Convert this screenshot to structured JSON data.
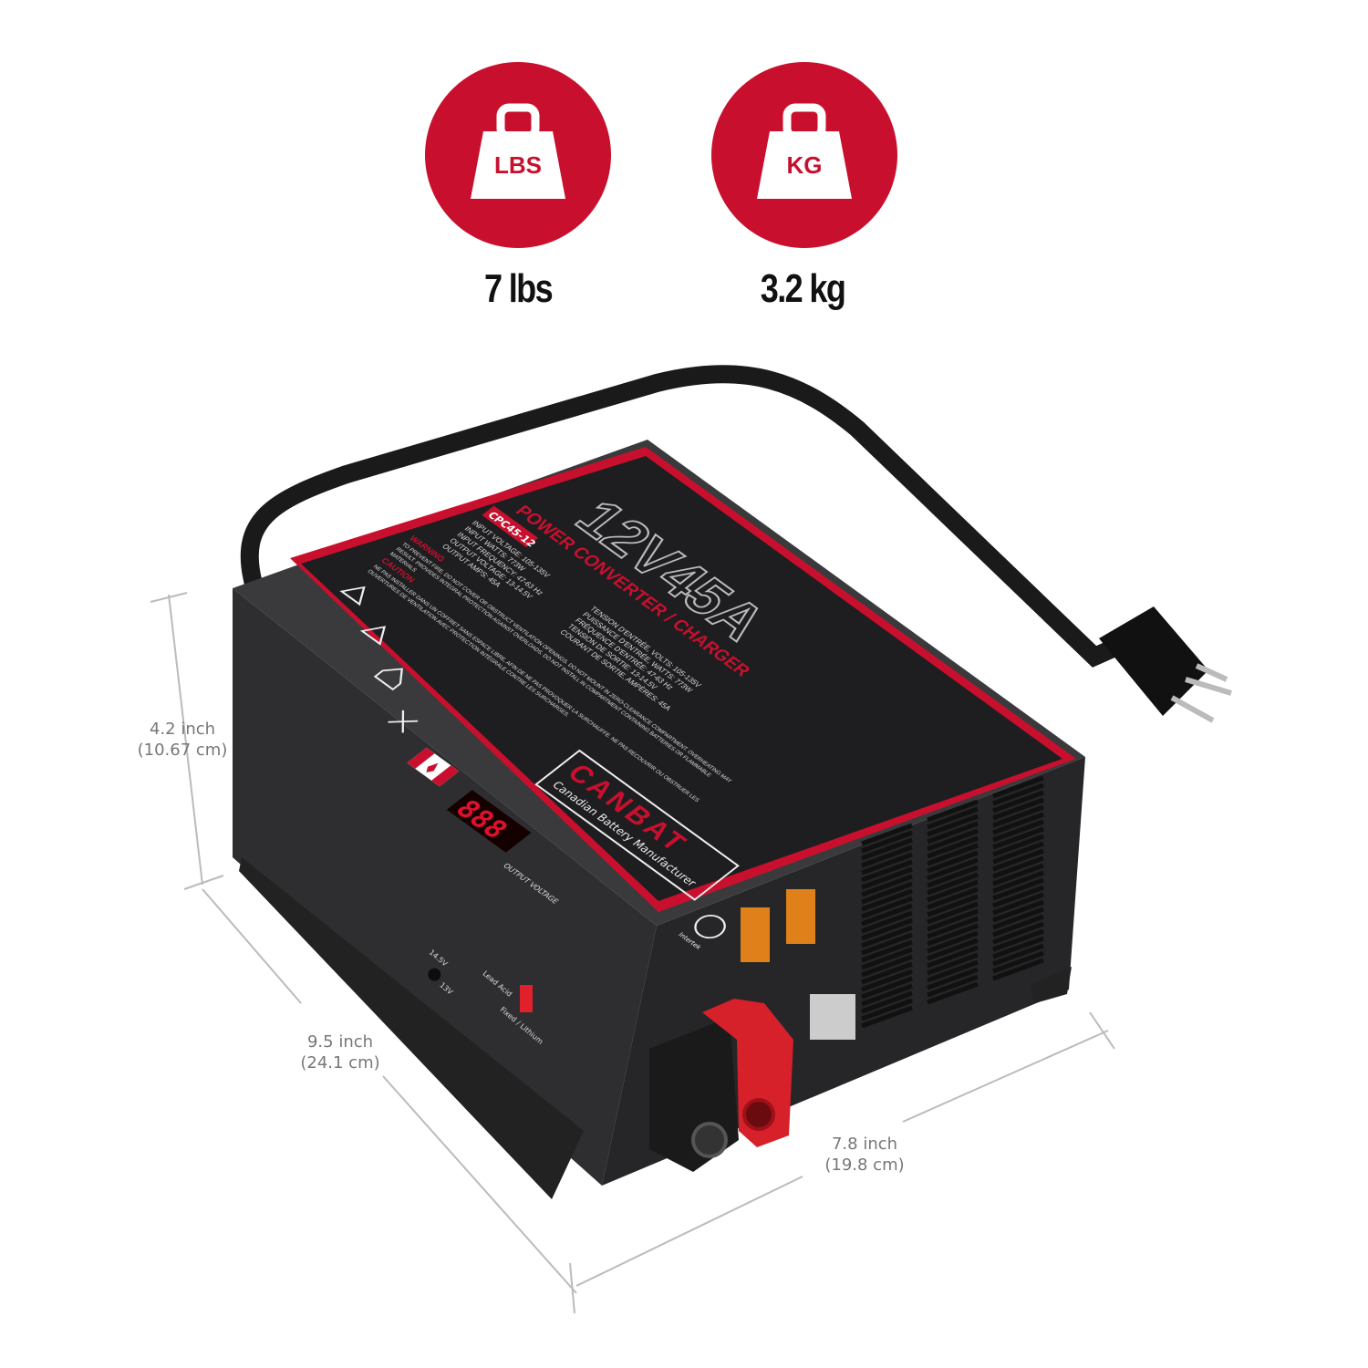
{
  "weights": [
    {
      "icon": "weight-lbs-icon",
      "unit_label": "LBS",
      "value": "7 lbs"
    },
    {
      "icon": "weight-kg-icon",
      "unit_label": "KG",
      "value": "3.2 kg"
    }
  ],
  "dimensions": {
    "height": {
      "imperial": "4.2 inch",
      "metric": "(10.67 cm)"
    },
    "length": {
      "imperial": "9.5 inch",
      "metric": "(24.1 cm)"
    },
    "width": {
      "imperial": "7.8 inch",
      "metric": "(19.8 cm)"
    }
  },
  "product": {
    "rating": "12V45A",
    "type": "POWER CONVERTER / CHARGER",
    "model": "CPC45-12",
    "specs": [
      "INPUT VOLTAGE: 105-135V",
      "INPUT WATTS: 773W",
      "INPUT FREQUENCY: 47-63 Hz",
      "OUTPUT VOLTAGE: 13-14.5V",
      "OUTPUT AMPS: 45A"
    ],
    "specs_fr": [
      "TENSION D'ENTRÉE, VOLTS: 105-135V",
      "PUISSANCE D'ENTRÉE, WATTS: 773W",
      "FRÉQUENCE D'ENTRÉE: 47-63 Hz",
      "TENSION DE SORTIE: 13-14.5V",
      "COURANT DE SORTIE, AMPÈRES: 45A"
    ],
    "warning_title": "WARNING",
    "warning_text": [
      "TO PREVENT FIRE, DO NOT COVER OR OBSTRUCT VENTILATION OPENINGS. DO NOT MOUNT IN ZERO-CLEARANCE COMPARTMENT. OVERHEATING MAY",
      "RESULT. PROVIDES INTEGRAL PROTECTION AGAINST OVERLOADS. DO NOT INSTALL IN COMPARTMENT CONTAINING BATTERIES OR FLAMMABLE",
      "MATERIALS"
    ],
    "caution_title": "CAUTION",
    "caution_text": [
      "NE PAS INSTALLER DANS UN COFFRET SANS ESPACE LIBRE, AFIN DE NE PAS PROVOQUER LA SURCHAUFFE. NE PAS RECOUVRIR OU OBSTRUER LES",
      "OUVERTURES DE VENTILATION AVEC PROTECTION INTÉGRALE CONTRE LES SURCHARGES."
    ],
    "brand": "CANBAT",
    "brand_sub": "Canadian Battery Manufacturer",
    "display": "888",
    "display_label": "OUTPUT VOLTAGE",
    "cert": "Intertek",
    "switch_labels": {
      "left": "14.5V",
      "right": "13V",
      "lead_acid": "Lead Acid",
      "fixed_lithium": "Fixed / Lithium"
    }
  },
  "colors": {
    "brand_red": "#c8102e",
    "body": "#2b2b2d",
    "label_bg": "#1e1e20",
    "dimension_line": "#bbbbbb"
  }
}
